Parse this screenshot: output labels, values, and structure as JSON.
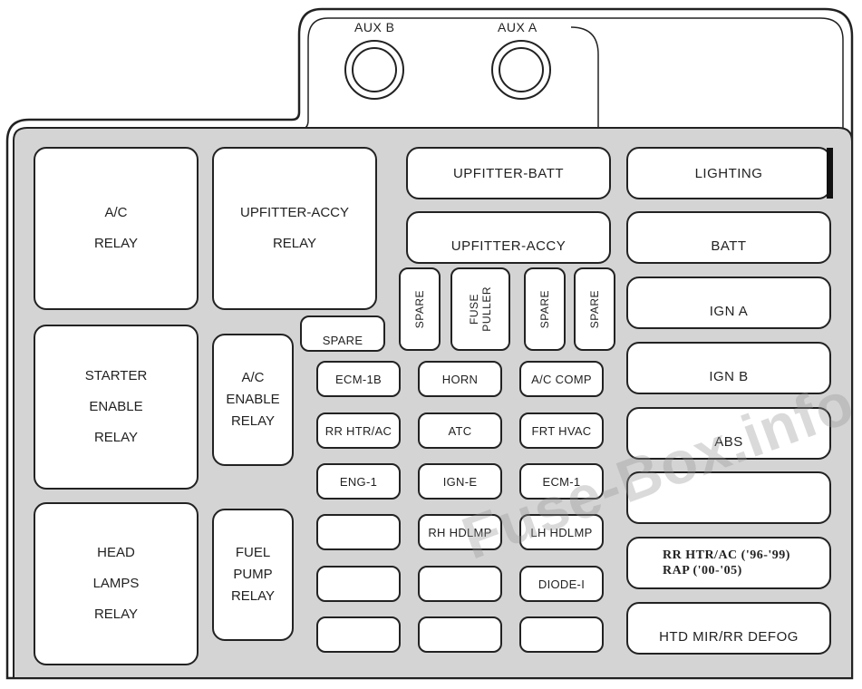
{
  "aux": {
    "b_label": "AUX B",
    "a_label": "AUX A"
  },
  "relays": {
    "ac": [
      "A/C",
      "RELAY"
    ],
    "upfitter_accy": [
      "UPFITTER-ACCY",
      "RELAY"
    ],
    "starter_enable": [
      "STARTER",
      "ENABLE",
      "RELAY"
    ],
    "head_lamps": [
      "HEAD",
      "LAMPS",
      "RELAY"
    ],
    "ac_enable": [
      "A/C",
      "ENABLE",
      "RELAY"
    ],
    "fuel_pump": [
      "FUEL",
      "PUMP",
      "RELAY"
    ]
  },
  "maxi_fuses": {
    "upfitter_batt": "UPFITTER-BATT",
    "upfitter_accy": "UPFITTER-ACCY",
    "lighting": "LIGHTING",
    "batt": "BATT",
    "ign_a": "IGN A",
    "ign_b": "IGN B",
    "abs": "ABS",
    "empty": "",
    "rr_htr_line1": "RR HTR/AC ('96-'99)",
    "rr_htr_line2": "RAP ('00-'05)",
    "htd_mir": "HTD MIR/RR DEFOG"
  },
  "vertical": {
    "spare1": "SPARE",
    "fuse_puller_1": "FUSE",
    "fuse_puller_2": "PULLER",
    "spare2": "SPARE",
    "spare3": "SPARE"
  },
  "mini_fuses": {
    "spare_top": "SPARE",
    "rows": [
      [
        "ECM-1B",
        "HORN",
        "A/C COMP"
      ],
      [
        "RR HTR/AC",
        "ATC",
        "FRT HVAC"
      ],
      [
        "ENG-1",
        "IGN-E",
        "ECM-1"
      ],
      [
        "",
        "RH HDLMP",
        "LH HDLMP"
      ],
      [
        "",
        "",
        "DIODE-I"
      ],
      [
        "",
        "",
        ""
      ]
    ]
  },
  "watermark": "Fuse-Box.info",
  "colors": {
    "panel": "#d4d4d4",
    "outline": "#222222",
    "box": "#ffffff"
  }
}
